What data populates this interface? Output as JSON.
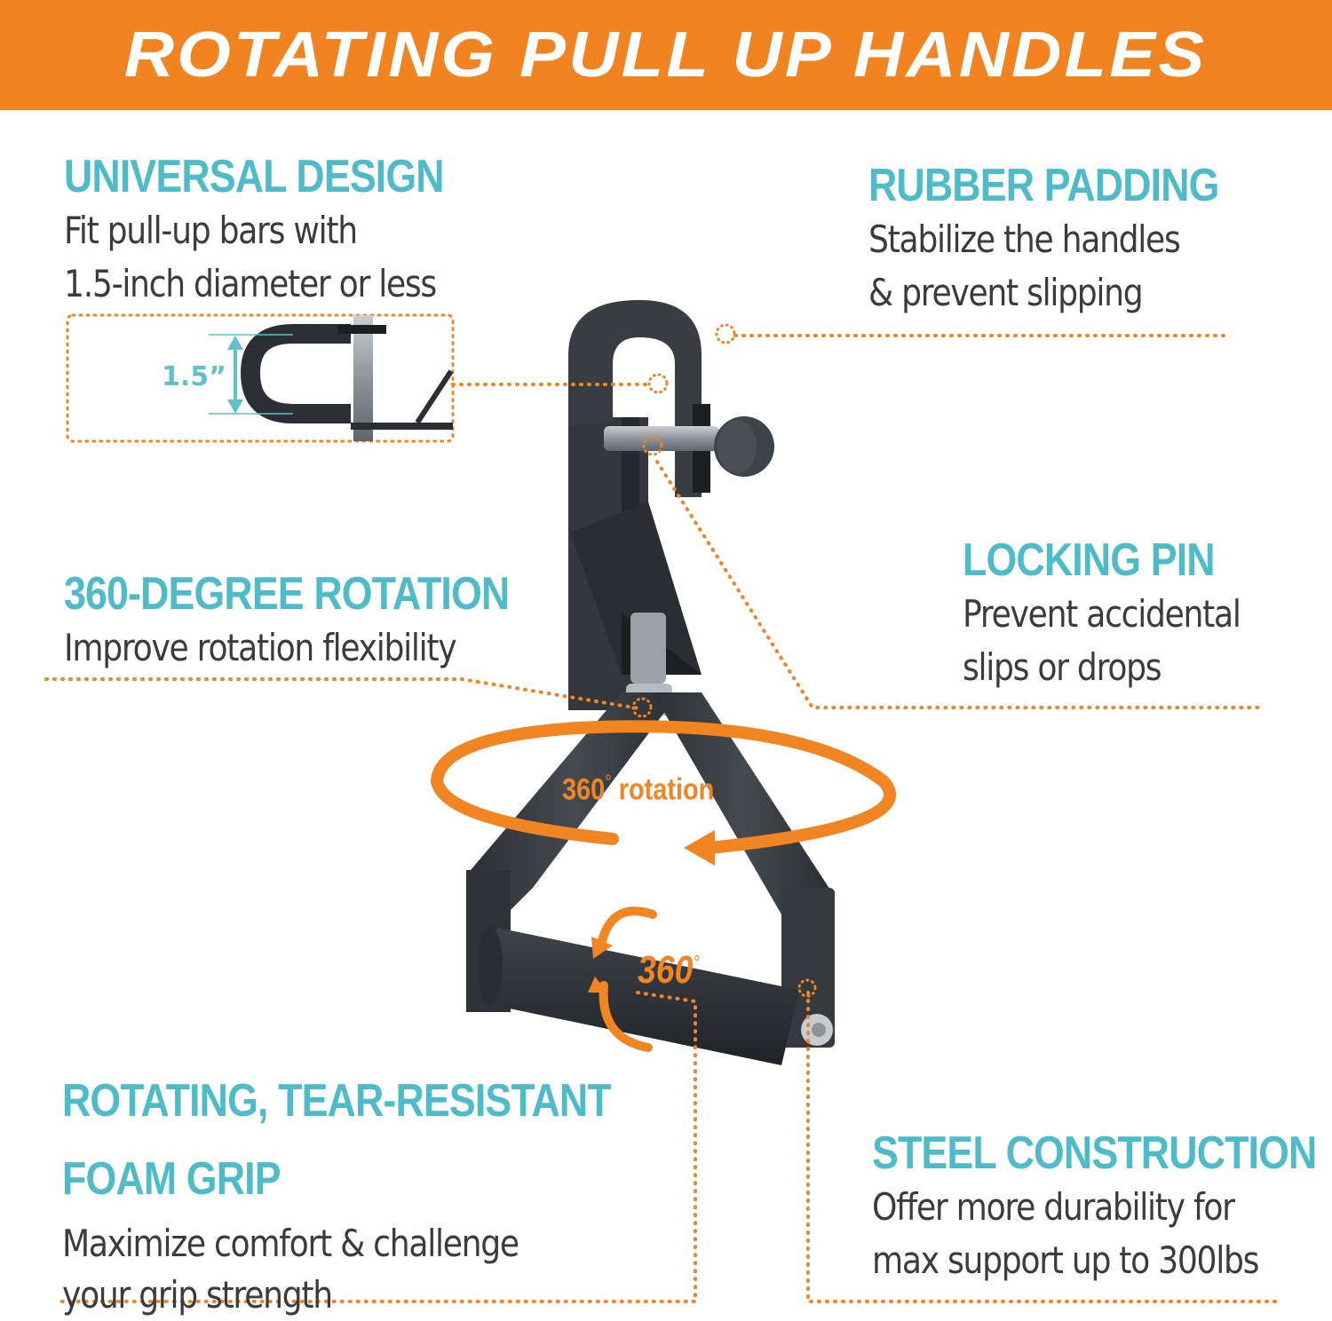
{
  "banner": {
    "title": "ROTATING PULL UP HANDLES",
    "background_color": "#f28321",
    "text_color": "#ffffff"
  },
  "colors": {
    "heading": "#4dbcc8",
    "body_text": "#3b3b3d",
    "accent_orange": "#f08522",
    "handle_dark": "#34383c"
  },
  "features": {
    "universal_design": {
      "title": "UNIVERSAL DESIGN",
      "desc_lines": [
        "Fit pull-up bars with",
        "1.5-inch diameter or less"
      ]
    },
    "rubber_padding": {
      "title": "RUBBER PADDING",
      "desc_lines": [
        "Stabilize the handles",
        "& prevent slipping"
      ]
    },
    "locking_pin": {
      "title": "LOCKING PIN",
      "desc_lines": [
        "Prevent accidental",
        "slips or drops"
      ]
    },
    "rotation": {
      "title": "360-DEGREE ROTATION",
      "desc_lines": [
        "Improve rotation flexibility"
      ]
    },
    "foam_grip": {
      "title_lines": [
        "ROTATING, TEAR-RESISTANT",
        "FOAM GRIP"
      ],
      "desc_lines": [
        "Maximize comfort & challenge",
        "your grip strength"
      ]
    },
    "steel": {
      "title": "STEEL CONSTRUCTION",
      "desc_lines": [
        "Offer more durability for",
        "max support up to 300lbs"
      ]
    }
  },
  "inset": {
    "dimension_label": "1.5”"
  },
  "annotations": {
    "swivel_label_number": "360",
    "swivel_label_degree": "°",
    "swivel_label_word": "rotation",
    "grip_label_number": "360",
    "grip_label_degree": "°"
  }
}
